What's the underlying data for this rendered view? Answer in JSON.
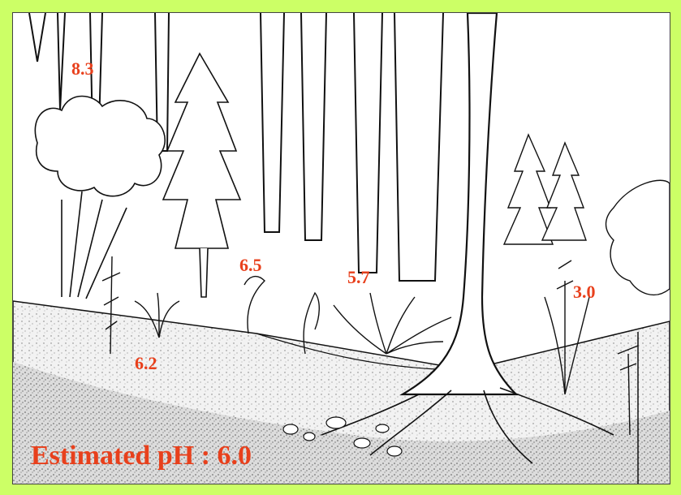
{
  "illustration": {
    "subject": "forest-cross-section",
    "colors": {
      "background": "#ccff66",
      "label": "#e8401c",
      "ink": "#111111",
      "soil": "#e9e9e9"
    }
  },
  "ph_labels": [
    "8.3",
    "6.5",
    "5.7",
    "3.0",
    "6.2"
  ],
  "estimate": {
    "label": "Estimated pH : 6.0"
  }
}
